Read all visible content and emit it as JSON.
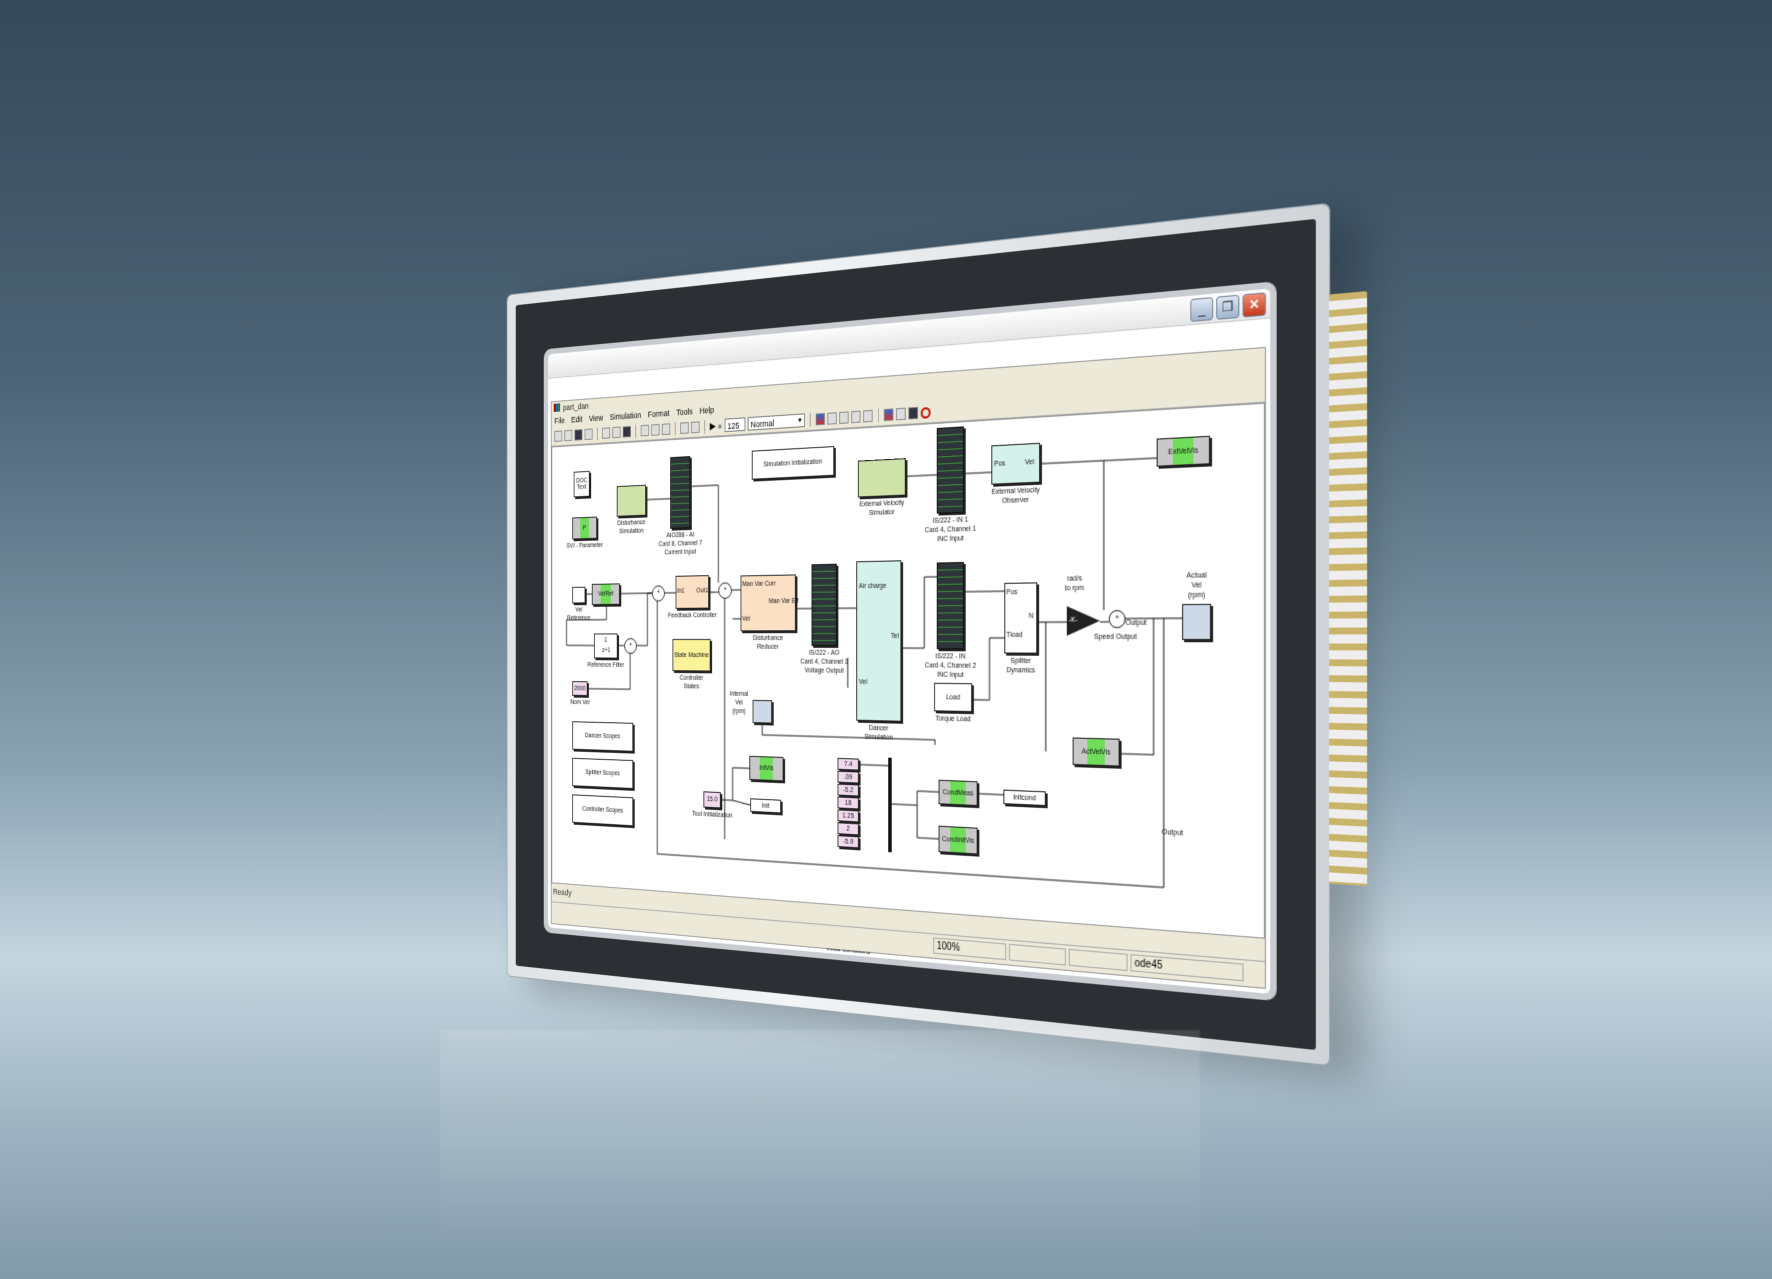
{
  "window": {
    "title": "part_dan",
    "controls": {
      "minimize": "_",
      "maximize": "❐",
      "close": "✕"
    }
  },
  "menu": [
    "File",
    "Edit",
    "View",
    "Simulation",
    "Format",
    "Tools",
    "Help"
  ],
  "toolbar": {
    "stop_time": "125",
    "sim_mode": "Normal"
  },
  "blocks": {
    "doc": "DOC\nText",
    "param_icon": "P",
    "param": "SVI - Parameter",
    "dist_sim": "Disturbance\nSimulation",
    "aio": "AIO288 - AI\nCard 8, Channel 7\nCurrent Input",
    "sim_init": "Simulation Initialization",
    "ext_sim": "External Velocity\nSimulator",
    "in1": "IS/222 - IN 1\nCard 4, Channel 1\nINC Input",
    "ext_obs": "External Velocity\nObserver",
    "ext_obs_pos": "Pos",
    "ext_obs_vel": "Vel",
    "extvis": "ExtVelVis",
    "vel_ref": "Vel\nReference",
    "velref_blk": "VelRef",
    "fb_ctrl": "Feedback Controller",
    "fb_in": "In1",
    "fb_out": "Out1",
    "dist_red": "Disturbance\nReducer",
    "dr_in1": "Man Var Corr",
    "dr_out": "Man Var Eff",
    "dr_in2": "Vel",
    "ao": "IS/222 - AO\nCard 4, Channel 3\nVoltage Output",
    "dancer": "Dancer\nSimulation",
    "dancer_in1": "Air charge",
    "dancer_out": "Tel",
    "dancer_in2": "Vel",
    "in2": "IS/222 - IN\nCard 4, Channel 2\nINC Input",
    "splitter": "Splitter\nDynamics",
    "sp_pos": "Pos",
    "sp_n": "N",
    "sp_tload": "Tload",
    "gain_lbl": "rad/s\nto rpm",
    "gain": "-K-",
    "speed_out": "Speed Output",
    "output_port": "Output",
    "actual_vel": "Actual\nVel\n(rpm)",
    "ref_filter": "Reference Filter",
    "ref_num": "1",
    "ref_den": "z+1",
    "nom_val": "2000",
    "nom_vel": "Nom Vel",
    "state_machine": "State Machine",
    "ctrl_states": "Controller\nStates",
    "internal_vel": "Internal\nVel\n(rpm)",
    "load": "Load",
    "torque_load": "Torque Load",
    "actvis": "ActVelVis",
    "dancer_scopes": "Dancer Scopes",
    "splitter_scopes": "Splitter Scopes",
    "controller_scopes": "Controller Scopes",
    "intvis": "IntVis",
    "tool_val": "15.0",
    "tool_init": "Tool Initialization",
    "init_goto": "Init",
    "ic_values": [
      "7.4",
      ".09",
      "-5.2",
      "18",
      "1.25",
      "2",
      "-5.9"
    ],
    "ic_label": "Initial Conditions",
    "condmeas": "CondMeas",
    "initcond_goto": "initcond",
    "condinitvis": "CondInitVis",
    "output_label": "Output"
  },
  "status": {
    "left": "Ready",
    "zoom": "100%",
    "solver": "ode45"
  }
}
